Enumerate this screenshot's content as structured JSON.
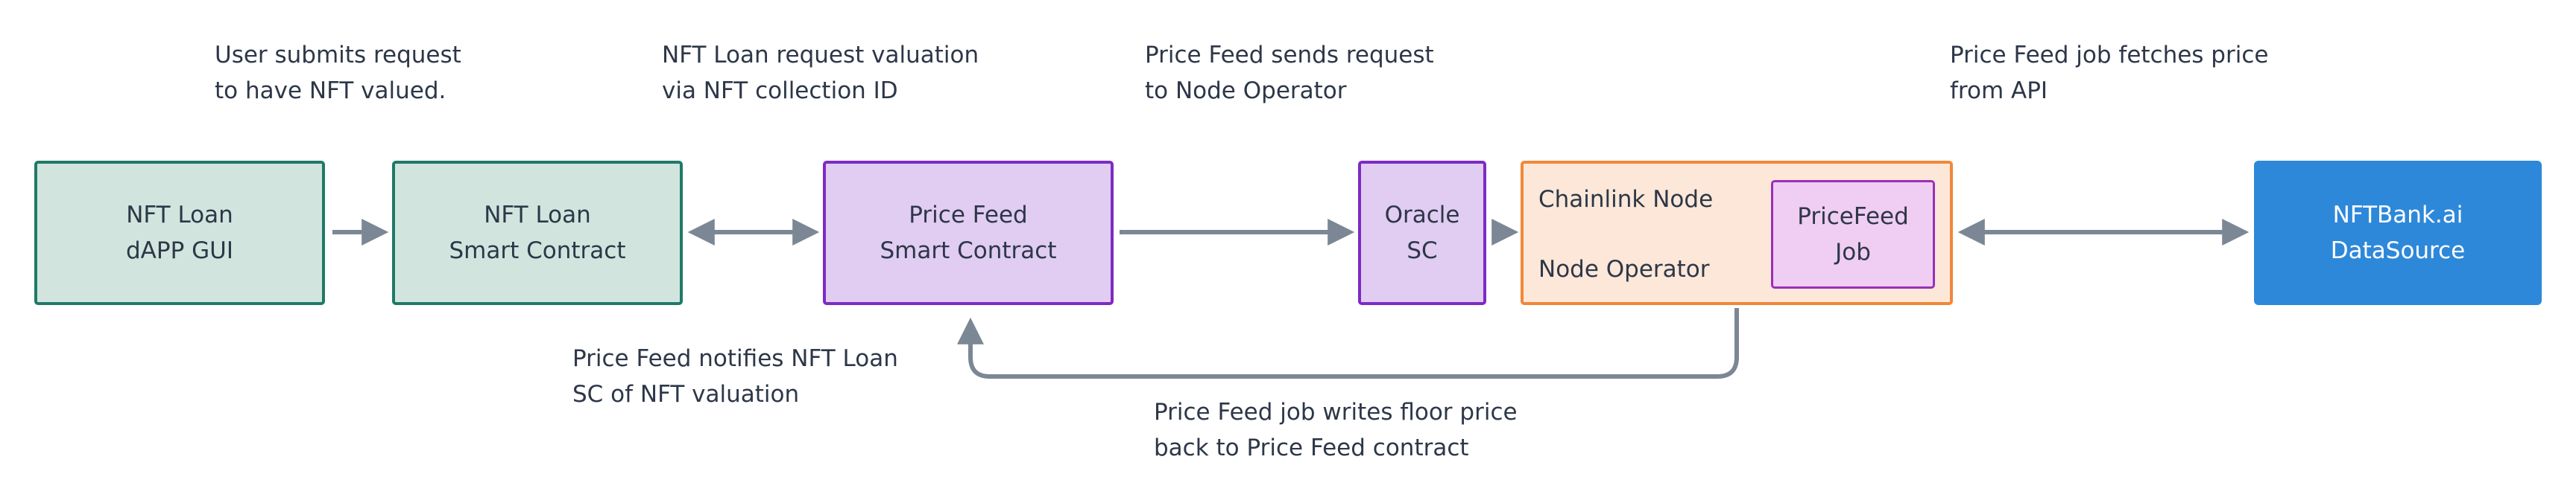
{
  "nodes": {
    "dapp": {
      "line1": "NFT Loan",
      "line2": "dAPP GUI"
    },
    "loan_contract": {
      "line1": "NFT Loan",
      "line2": "Smart Contract"
    },
    "price_feed_contract": {
      "line1": "Price Feed",
      "line2": "Smart Contract"
    },
    "oracle": {
      "line1": "Oracle",
      "line2": "SC"
    },
    "chainlink_node": {
      "title": "Chainlink Node",
      "subtitle": "Node Operator"
    },
    "pricefeed_job": {
      "line1": "PriceFeed",
      "line2": "Job"
    },
    "nftbank": {
      "line1": "NFTBank.ai",
      "line2": "DataSource"
    }
  },
  "annotations": {
    "user_submits": {
      "line1": "User submits request",
      "line2": "to have NFT valued."
    },
    "loan_request": {
      "line1": "NFT Loan request valuation",
      "line2": "via NFT collection ID"
    },
    "feed_sends": {
      "line1": "Price Feed sends request",
      "line2": "to Node Operator"
    },
    "job_fetches": {
      "line1": "Price Feed job fetches price",
      "line2": "from API"
    },
    "feed_notifies": {
      "line1": "Price Feed notifies NFT Loan",
      "line2": "SC of NFT valuation"
    },
    "job_writes": {
      "line1": "Price Feed job writes floor price",
      "line2": "back to Price Feed contract"
    }
  },
  "colors": {
    "arrow": "#7b8794",
    "green_fill": "#d1e5de",
    "green_border": "#1f7a68",
    "purple_fill": "#e1ccf2",
    "purple_border": "#7d2bc4",
    "orange_fill": "#fce7d8",
    "orange_border": "#f0883a",
    "job_fill": "#f0cdf3",
    "job_border": "#9b2fb8",
    "blue_fill": "#2e88d9"
  }
}
